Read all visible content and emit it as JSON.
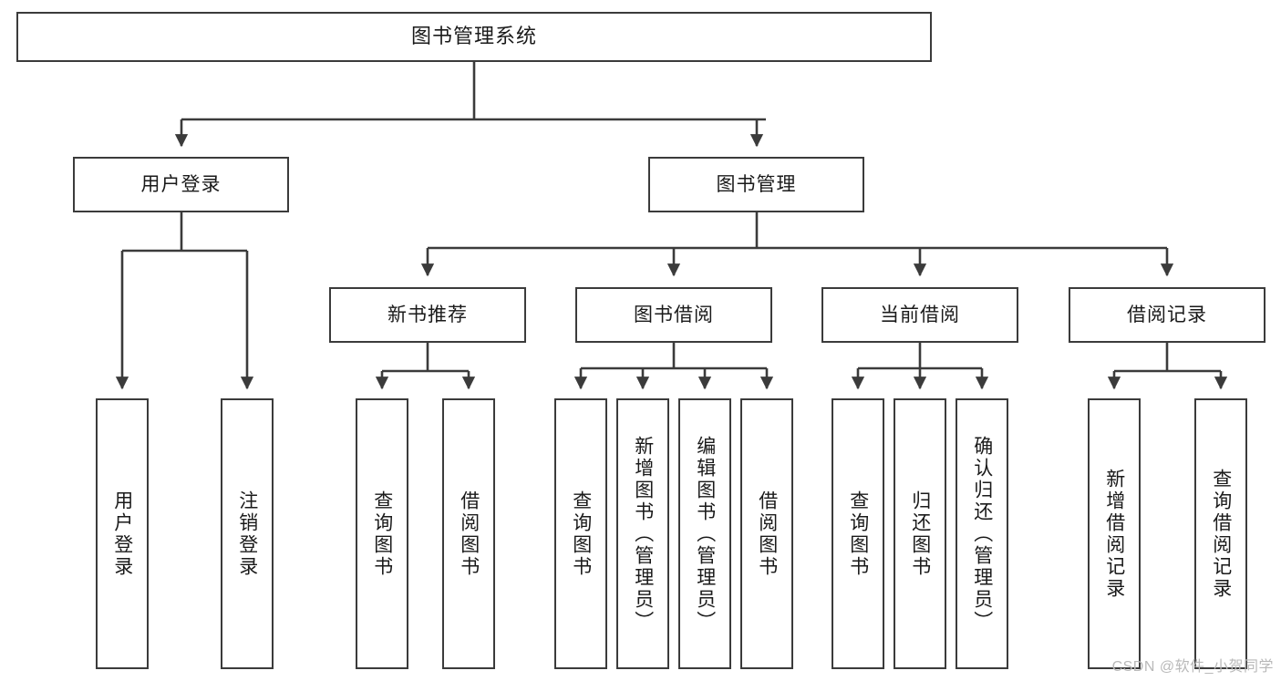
{
  "diagram": {
    "title": "图书管理系统",
    "type": "hierarchy-tree",
    "watermark": "CSDN @软件_小贺同学",
    "colors": {
      "border": "#3b3b3b",
      "background": "#ffffff",
      "text": "#1a1a1a",
      "watermark": "#b9b9b9"
    },
    "nodes": {
      "root": {
        "label": "图书管理系统"
      },
      "level2": [
        {
          "id": "user_login",
          "label": "用户登录"
        },
        {
          "id": "book_manage",
          "label": "图书管理"
        }
      ],
      "level3": [
        {
          "id": "new_book_rec",
          "label": "新书推荐"
        },
        {
          "id": "book_borrow",
          "label": "图书借阅"
        },
        {
          "id": "current_borrow",
          "label": "当前借阅"
        },
        {
          "id": "borrow_record",
          "label": "借阅记录"
        }
      ],
      "leaves": {
        "user_login": [
          {
            "id": "leaf_user_login",
            "label": "用户登录"
          },
          {
            "id": "leaf_user_logout",
            "label": "注销登录"
          }
        ],
        "new_book_rec": [
          {
            "id": "leaf_query_book_a",
            "label": "查询图书"
          },
          {
            "id": "leaf_borrow_book_a",
            "label": "借阅图书"
          }
        ],
        "book_borrow": [
          {
            "id": "leaf_query_book_b",
            "label": "查询图书"
          },
          {
            "id": "leaf_add_book",
            "label": "新增图书（管理员）"
          },
          {
            "id": "leaf_edit_book",
            "label": "编辑图书（管理员）"
          },
          {
            "id": "leaf_borrow_book_b",
            "label": "借阅图书"
          }
        ],
        "current_borrow": [
          {
            "id": "leaf_query_book_c",
            "label": "查询图书"
          },
          {
            "id": "leaf_return_book",
            "label": "归还图书"
          },
          {
            "id": "leaf_confirm_return",
            "label": "确认归还（管理员）"
          }
        ],
        "borrow_record": [
          {
            "id": "leaf_add_record",
            "label": "新增借阅记录"
          },
          {
            "id": "leaf_query_record",
            "label": "查询借阅记录"
          }
        ]
      }
    }
  }
}
